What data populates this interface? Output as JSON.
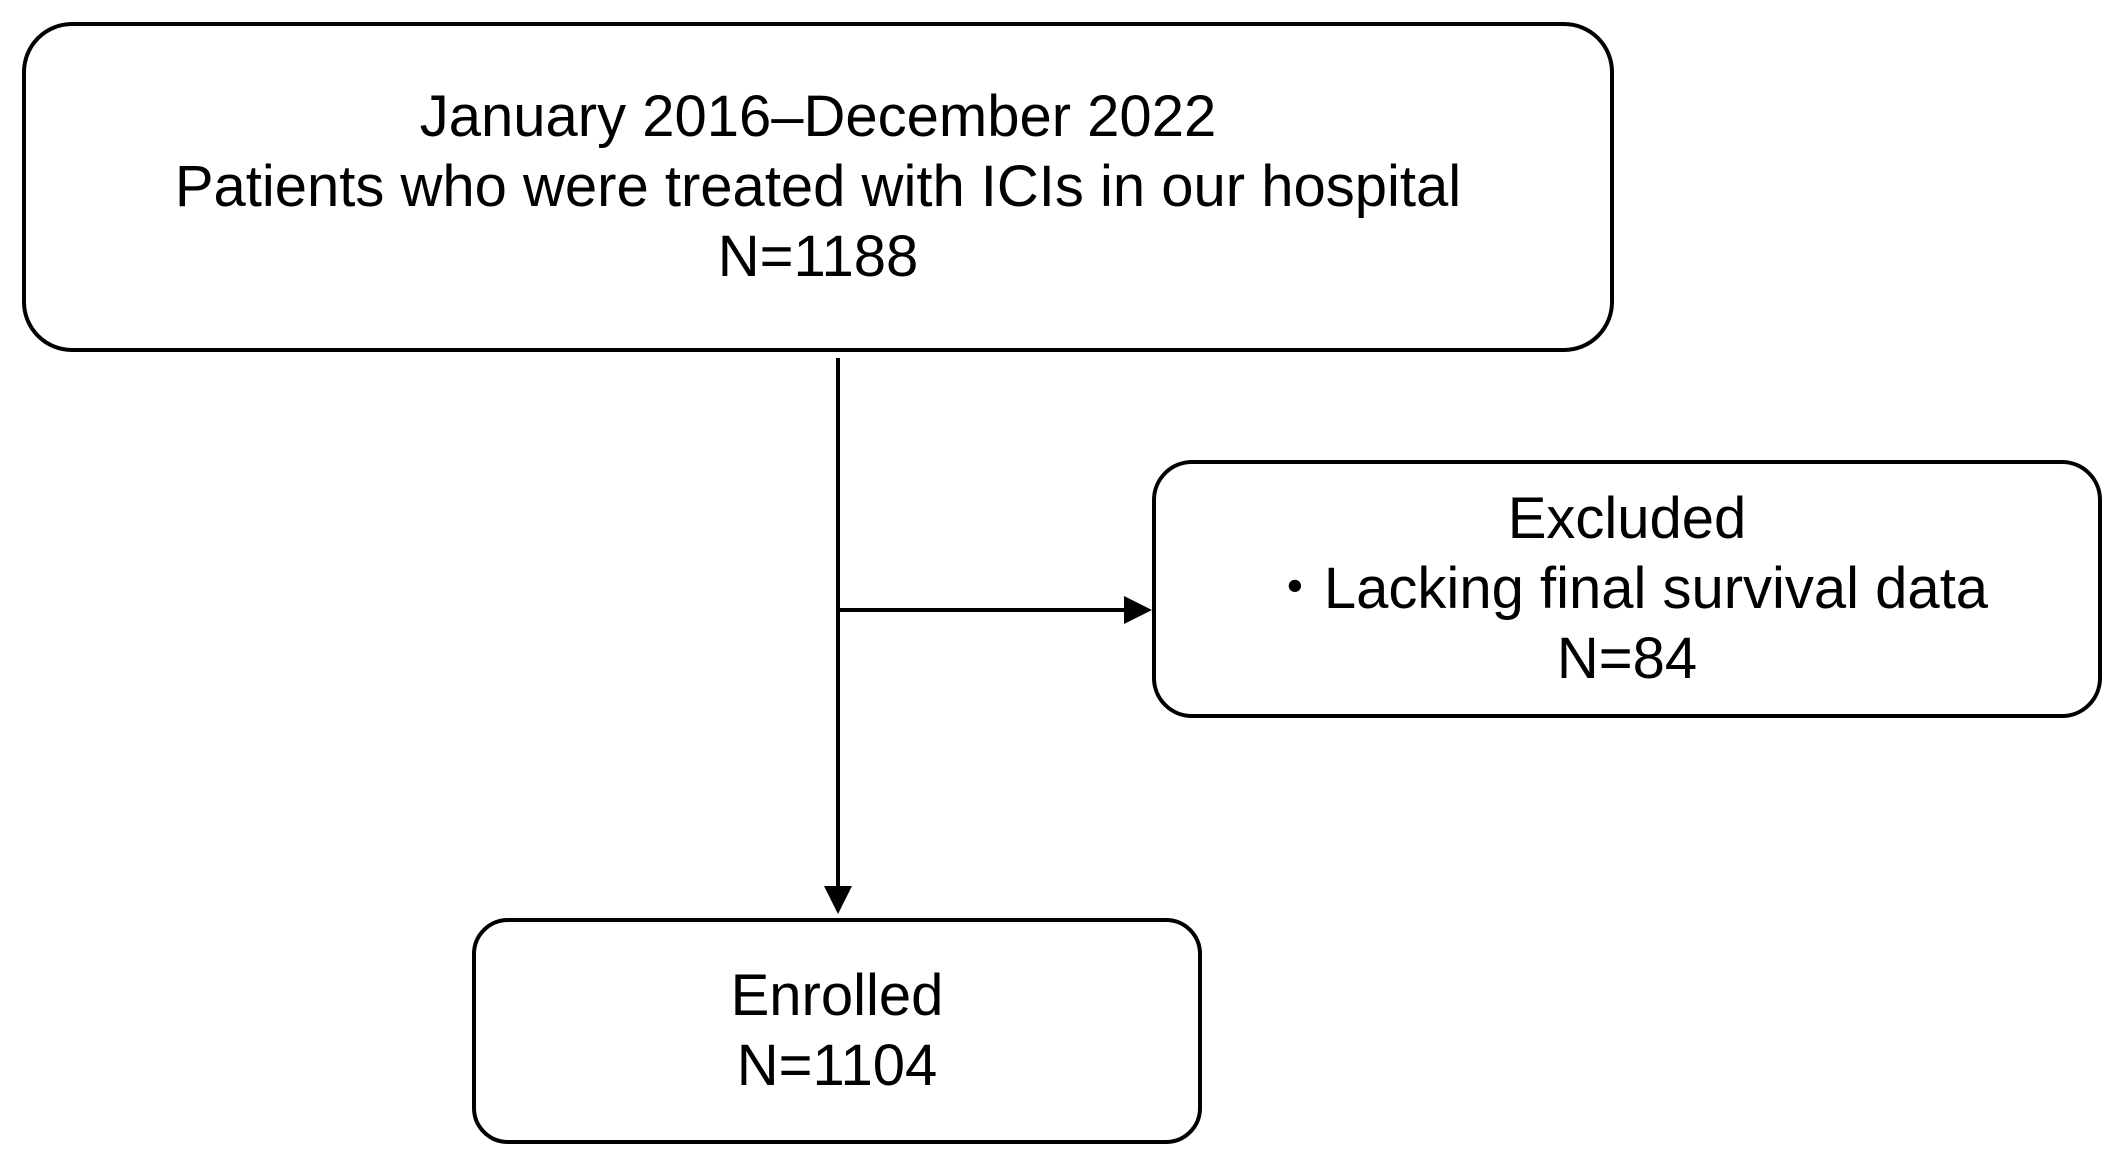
{
  "nodes": {
    "source": {
      "line1": "January 2016–December 2022",
      "line2": "Patients who were treated with ICIs in our hospital",
      "line3": "N=1188"
    },
    "excluded": {
      "line1": "Excluded",
      "line2": "・Lacking final survival data",
      "line3": "N=84"
    },
    "enrolled": {
      "line1": "Enrolled",
      "line2": "N=1104"
    }
  },
  "edges": [
    {
      "from": "source",
      "to": "enrolled"
    },
    {
      "from": "source",
      "to": "excluded"
    }
  ]
}
